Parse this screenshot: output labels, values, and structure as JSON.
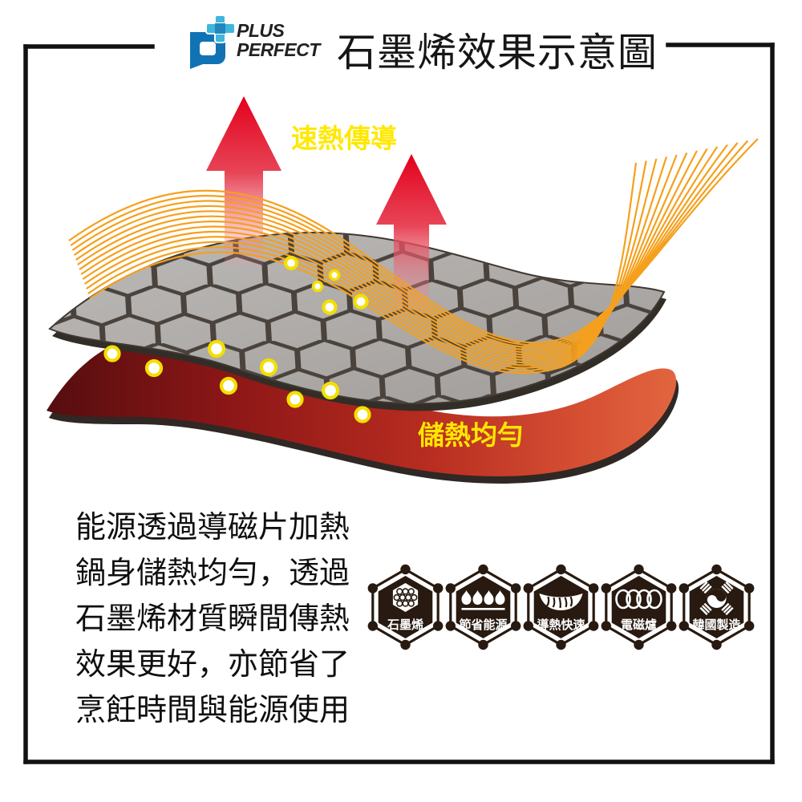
{
  "header": {
    "logo_line1": "PLUS",
    "logo_line2": "PERFECT",
    "title": "石墨烯效果示意圖"
  },
  "diagram": {
    "label_fast_heat": "速熱傳導",
    "label_even_heat": "儲熱均勻",
    "layers": {
      "top_mesh": "graphene hexagonal mesh sheet",
      "bottom_layer": "heat storage red layer"
    }
  },
  "description": {
    "lines": [
      "能源透過導磁片加熱",
      "鍋身儲熱均勻，透過",
      "石墨烯材質瞬間傳熱",
      "效果更好，亦節省了",
      "烹飪時間與能源使用"
    ]
  },
  "badges": [
    {
      "label": "石墨烯",
      "icon": "graphene-honeycomb-icon"
    },
    {
      "label": "節省能源",
      "icon": "flames-icon"
    },
    {
      "label": "導熱快速",
      "icon": "heat-bowl-icon"
    },
    {
      "label": "電磁爐",
      "icon": "induction-coil-icon"
    },
    {
      "label": "韓國製造",
      "icon": "korea-flag-icon"
    }
  ],
  "colors": {
    "accent_yellow": "#FFE800",
    "arrow_red": "#E8192B",
    "flow_line_orange": "#F5A01D",
    "graphene_gray": "#AFADAB",
    "heat_layer_red": "#9C1B1A",
    "badge_dark": "#281A10",
    "logo_blue": "#1273B4",
    "logo_light_blue": "#3FB6DC",
    "frame_black": "#121212"
  }
}
